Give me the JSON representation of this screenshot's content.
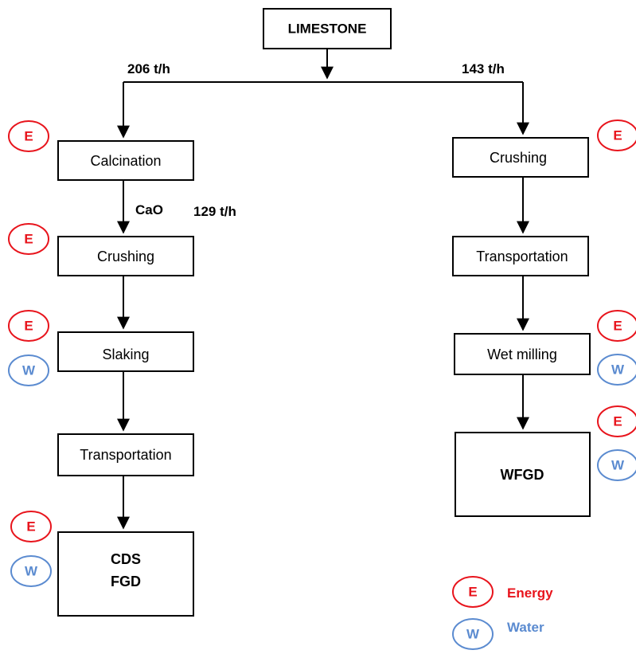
{
  "colors": {
    "energy": "#e8141c",
    "water": "#5b8bd0",
    "line": "#000000"
  },
  "nodes": {
    "limestone": "LIMESTONE",
    "calcination": "Calcination",
    "crushing_left": "Crushing",
    "slaking": "Slaking",
    "transport_left": "Transportation",
    "cds_fgd": [
      "CDS",
      "FGD"
    ],
    "crushing_right": "Crushing",
    "transport_right": "Transportation",
    "wet_milling": "Wet milling",
    "wfgd": "WFGD"
  },
  "flows": {
    "left_rate": "206 t/h",
    "right_rate": "143 t/h",
    "cao_label": "CaO",
    "cao_rate": "129 t/h"
  },
  "badges": {
    "energy_letter": "E",
    "water_letter": "W"
  },
  "legend": {
    "energy_label": "Energy",
    "water_label": "Water"
  }
}
